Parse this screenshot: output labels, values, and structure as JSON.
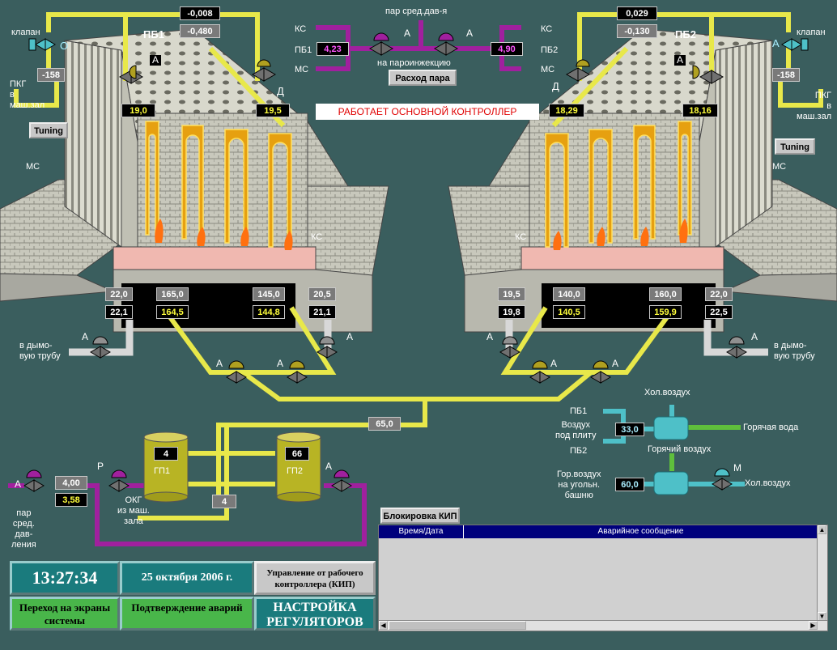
{
  "colors": {
    "background": "#3a5e5e",
    "steam_pipe": "#a0209e",
    "gas_pipe": "#e8e84a",
    "air_pipe": "#4ec0c8",
    "water_pipe": "#5fbf3c",
    "alarm_header": "#00007c"
  },
  "top": {
    "steam_header": "пар сред.дав-я",
    "injection": "на пароинжекцию",
    "flow_button": "Расход пара",
    "status": "РАБОТАЕТ ОСНОВНОЙ КОНТРОЛЛЕР",
    "ks": "КС",
    "ms": "МС",
    "pb1": "ПБ1",
    "pb2": "ПБ2",
    "a": "А",
    "steam_pb1": "4,23",
    "steam_pb2": "4,90"
  },
  "boiler_left": {
    "title": "ПБ1",
    "valve": "клапан",
    "valve_mode": "О",
    "valve_value": "-158",
    "pkg": "ПКГ\nв\nмаш.зал",
    "tuning": "Tuning",
    "press_top": "-0,008",
    "press_bottom": "-0,480",
    "mode_a": "А",
    "mode_d": "Д",
    "temp_1": "19,0",
    "temp_2": "19,5",
    "ms": "МС",
    "ks": "КС",
    "out_1_top": "22,0",
    "out_1_bottom": "22,1",
    "out_2_top": "165,0",
    "out_2_bottom": "164,5",
    "out_3_top": "145,0",
    "out_3_bottom": "144,8",
    "out_4_top": "20,5",
    "out_4_bottom": "21,1",
    "chimney": "в дымо-\nвую трубу",
    "valve_a": "А"
  },
  "boiler_right": {
    "title": "ПБ2",
    "valve": "клапан",
    "valve_mode": "А",
    "valve_value": "-158",
    "pkg": "ПКГ\nв\nмаш.зал",
    "tuning": "Tuning",
    "press_top": "0,029",
    "press_bottom": "-0,130",
    "mode_a": "А",
    "mode_d": "Д",
    "temp_1": "18,29",
    "temp_2": "18,16",
    "ms": "МС",
    "ks": "КС",
    "out_1_top": "19,5",
    "out_1_bottom": "19,8",
    "out_2_top": "140,0",
    "out_2_bottom": "140,5",
    "out_3_top": "160,0",
    "out_3_bottom": "159,9",
    "out_4_top": "22,0",
    "out_4_bottom": "22,5",
    "chimney": "в дымо-\nвую трубу",
    "valve_a": "А"
  },
  "gas": {
    "total": "65,0",
    "gp1_label": "ГП1",
    "gp2_label": "ГП2",
    "gp1_value": "4",
    "gp2_value": "66",
    "mix_value": "4",
    "steam_top": "4,00",
    "steam_bottom": "3,58",
    "steam_label": "пар\nсред.\nдав-\nления",
    "okg": "ОКГ\nиз маш.\nзала",
    "r": "Р",
    "a": "А"
  },
  "air": {
    "cold_air": "Хол.воздух",
    "pb1": "ПБ1",
    "air_under": "Воздух\nпод плиту",
    "pb2": "ПБ2",
    "hot_water": "Горячая вода",
    "hot_air": "Горячий воздух",
    "air_value": "33,0",
    "coal_label": "Гор.воздух\nна угольн.\nбашню",
    "coal_value": "60,0",
    "m": "М",
    "cold_air2": "Хол.воздух"
  },
  "controls": {
    "clock": "13:27:34",
    "date": "25 октября 2006 г.",
    "mode": "Управление от рабочего контроллера (КИП)",
    "nav": "Переход на экраны системы",
    "ack": "Подтверждение аварий",
    "settings": "НАСТРОЙКА РЕГУЛЯТОРОВ",
    "alarm_tab": "Блокировка КИП",
    "col_time": "Время/Дата",
    "col_msg": "Аварийное сообщение"
  }
}
